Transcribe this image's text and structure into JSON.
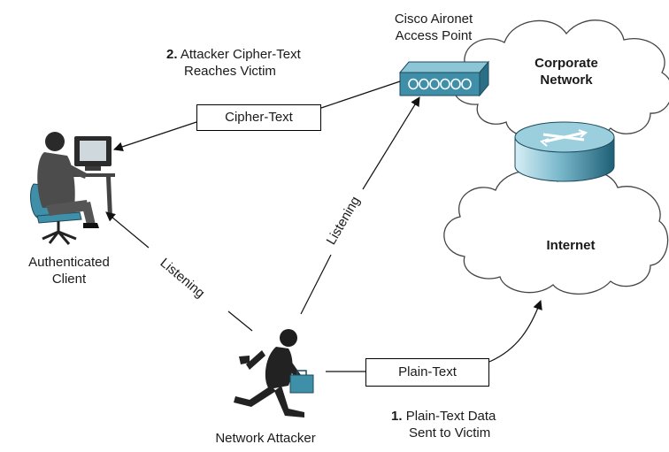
{
  "access_point": {
    "line1": "Cisco Aironet",
    "line2": "Access Point"
  },
  "corporate_network": {
    "line1": "Corporate",
    "line2": "Network"
  },
  "internet": {
    "label": "Internet"
  },
  "client": {
    "line1": "Authenticated",
    "line2": "Client"
  },
  "attacker": {
    "label": "Network Attacker"
  },
  "cipher_box": {
    "label": "Cipher-Text"
  },
  "plain_box": {
    "label": "Plain-Text"
  },
  "listening_left": {
    "label": "Listening"
  },
  "listening_right": {
    "label": "Listening"
  },
  "step1": {
    "number": "1.",
    "line1": "Plain-Text Data",
    "line2": "Sent to Victim"
  },
  "step2": {
    "number": "2.",
    "line1": "Attacker Cipher-Text",
    "line2": "Reaches Victim"
  },
  "colors": {
    "device_blue": "#3f8fa8",
    "cloud_stroke": "#444444"
  }
}
